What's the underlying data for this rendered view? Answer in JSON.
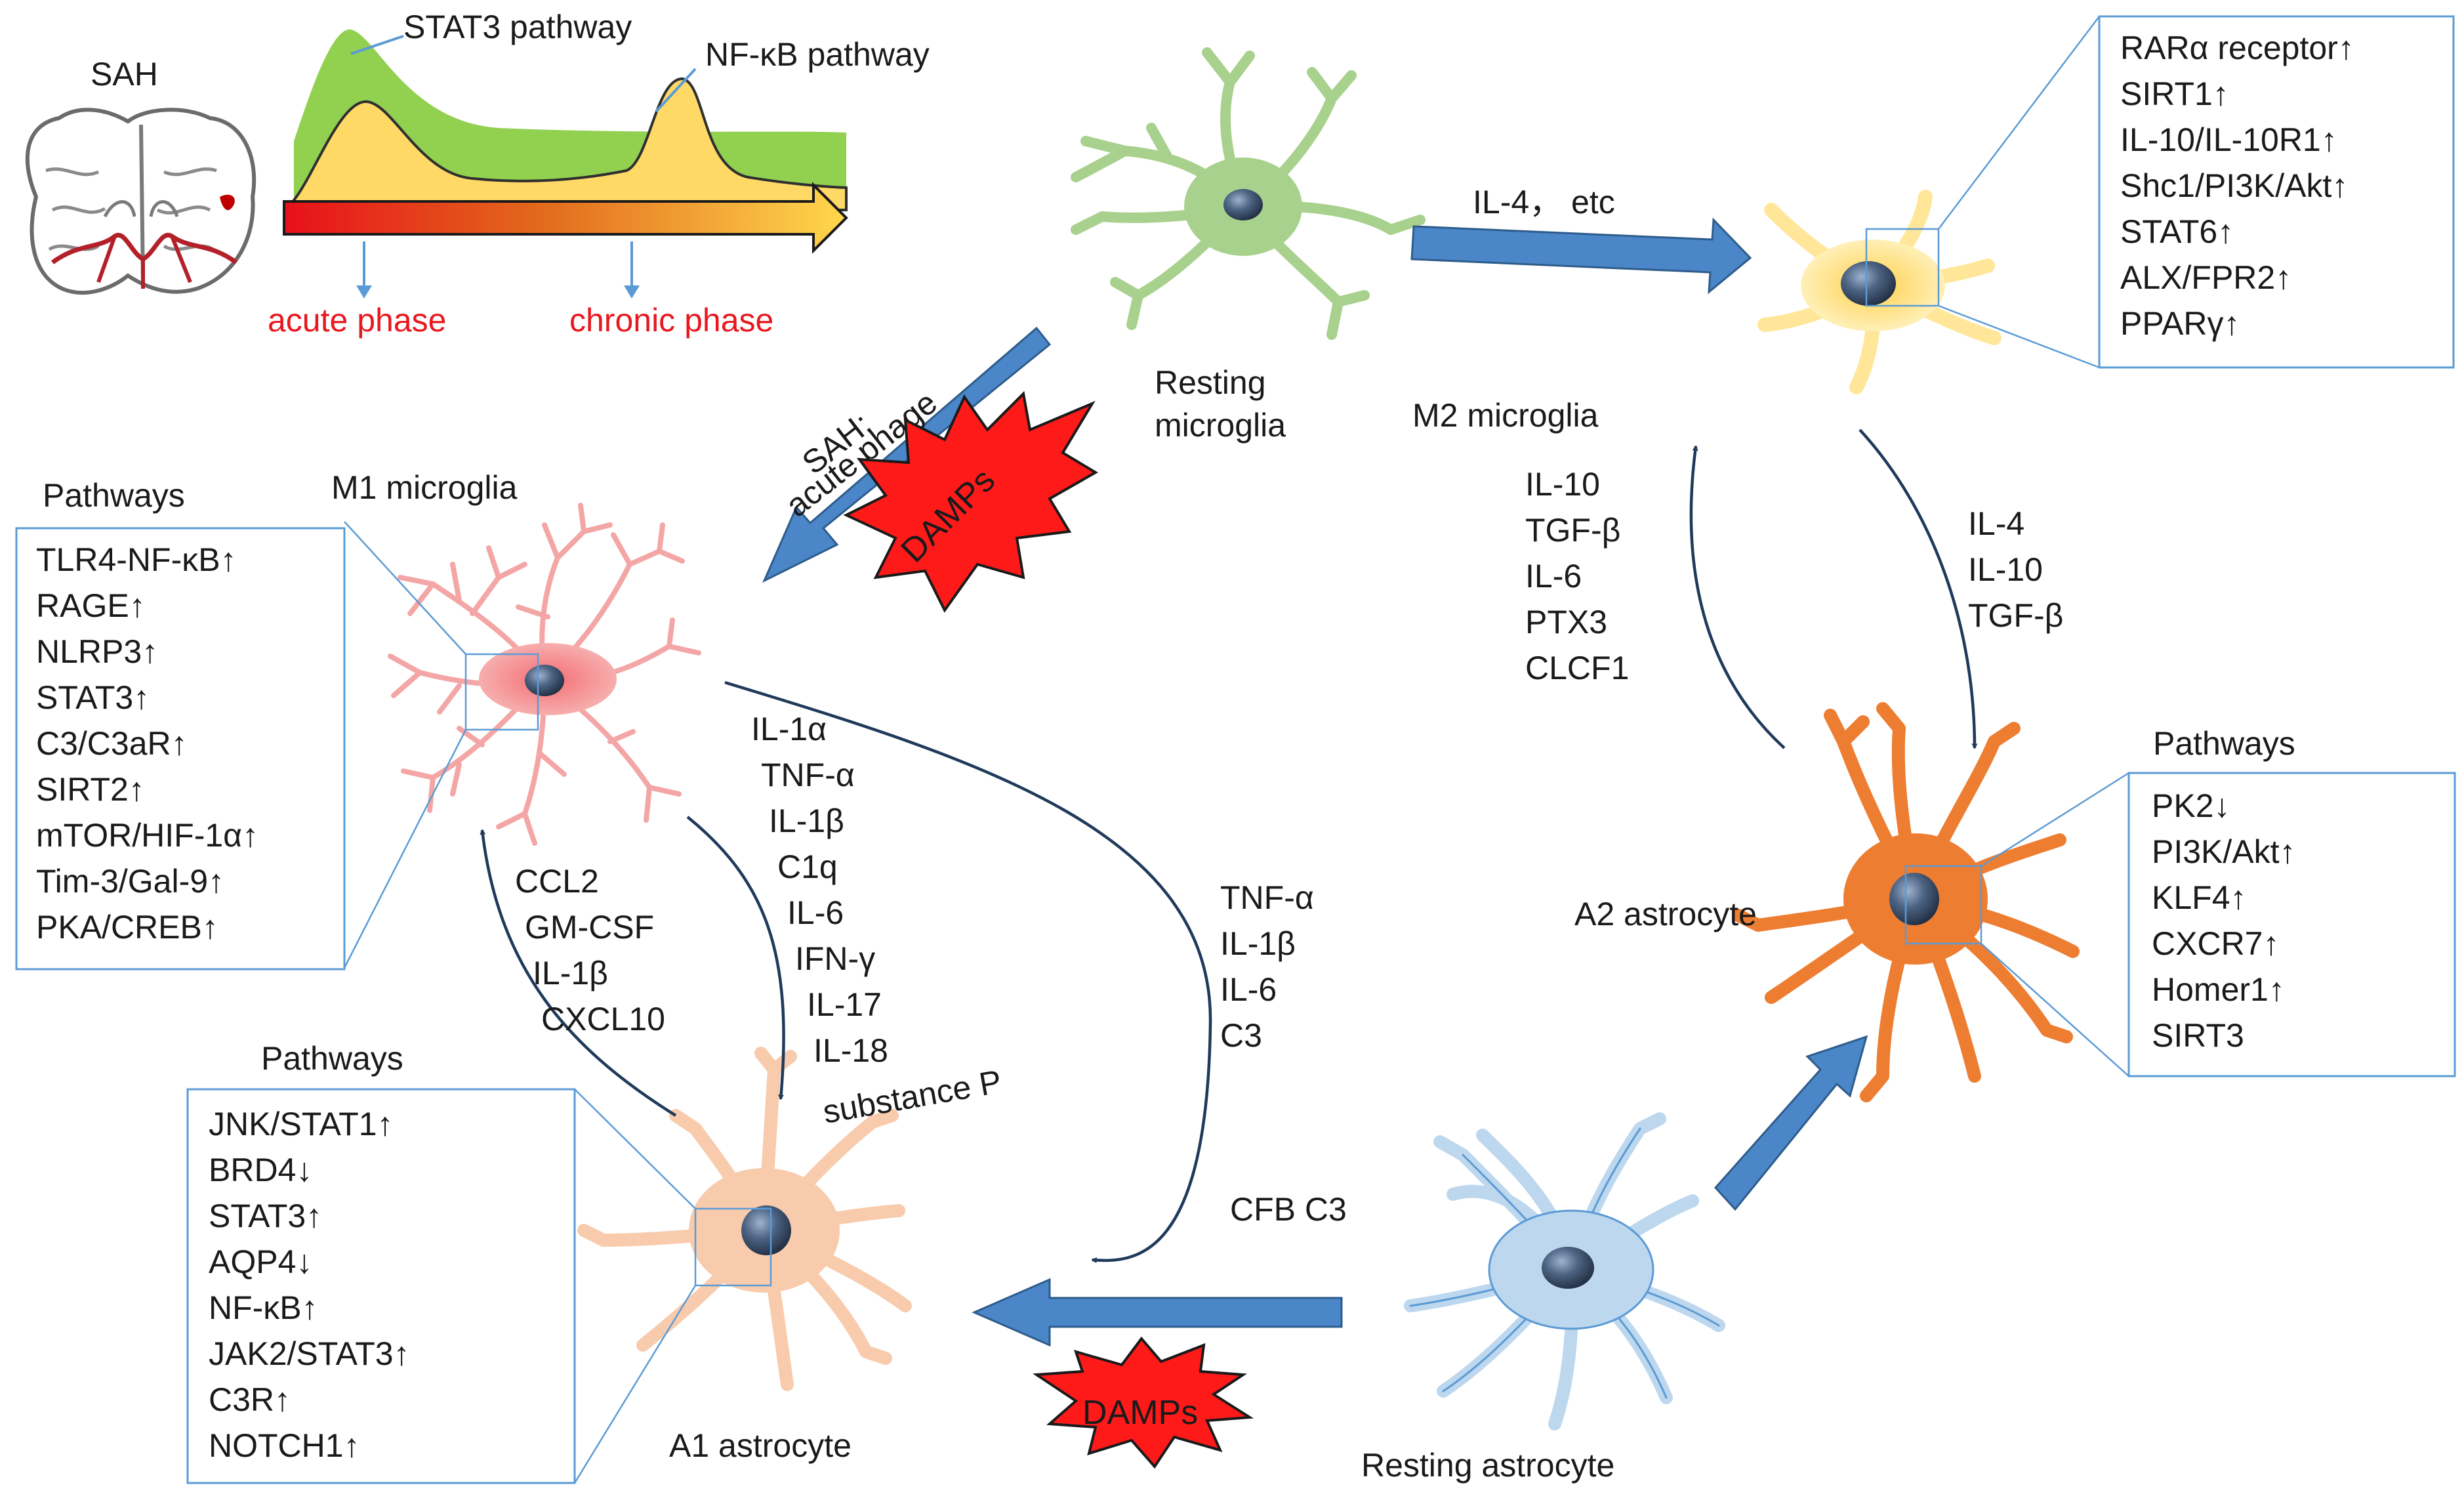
{
  "top_left": {
    "sah_label": "SAH",
    "stat3_label": "STAT3 pathway",
    "nfkb_label": "NF-κB pathway",
    "acute_phase": "acute phase",
    "chronic_phase": "chronic phase"
  },
  "cells": {
    "resting_microglia": [
      "Resting",
      "microglia"
    ],
    "m1_microglia": "M1 microglia",
    "m2_microglia": "M2 microglia",
    "a1_astrocyte": "A1 astrocyte",
    "a2_astrocyte": "A2 astrocyte",
    "resting_astrocyte": "Resting astrocyte"
  },
  "arrows": {
    "sah_acute": [
      "SAH:",
      "acute phage"
    ],
    "damps": "DAMPs",
    "il4_etc": "IL-4， etc",
    "cfb_c3": "CFB C3"
  },
  "boxes": {
    "m2": {
      "items": [
        "RARα receptor↑",
        "SIRT1↑",
        "IL-10/IL-10R1↑",
        "Shc1/PI3K/Akt↑",
        "STAT6↑",
        "ALX/FPR2↑",
        "PPARγ↑"
      ]
    },
    "m1": {
      "title": "Pathways",
      "items": [
        "TLR4-NF-κB↑",
        "RAGE↑",
        "NLRP3↑",
        "STAT3↑",
        "C3/C3aR↑",
        "SIRT2↑",
        "mTOR/HIF-1α↑",
        "Tim-3/Gal-9↑",
        "PKA/CREB↑"
      ]
    },
    "a1": {
      "title": "Pathways",
      "items": [
        "JNK/STAT1↑",
        "BRD4↓",
        "STAT3↑",
        "AQP4↓",
        "NF-κB↑",
        "JAK2/STAT3↑",
        "C3R↑",
        "NOTCH1↑"
      ]
    },
    "a2": {
      "title": "Pathways",
      "items": [
        "PK2↓",
        "PI3K/Akt↑",
        "KLF4↑",
        "CXCR7↑",
        "Homer1↑",
        "SIRT3"
      ]
    }
  },
  "cytokine_lists": {
    "a2_to_m2": [
      "IL-10",
      "TGF-β",
      "IL-6",
      "PTX3",
      "CLCF1"
    ],
    "m2_to_a2": [
      "IL-4",
      "IL-10",
      "TGF-β"
    ],
    "m1_to_a1": [
      "IL-1α",
      "TNF-α",
      "IL-1β",
      "C1q",
      "IL-6",
      "IFN-γ",
      "IL-17",
      "IL-18",
      "substance P"
    ],
    "a1_to_m1": [
      "CCL2",
      "GM-CSF",
      "IL-1β",
      "CXCL10"
    ],
    "m1_to_resting_astro": [
      "TNF-α",
      "IL-1β",
      "IL-6",
      "C3"
    ]
  },
  "colors": {
    "box_border": "#5b9bd5",
    "arrow_blue": "#4a86c8",
    "text_red": "#e8181f",
    "resting_microglia": "#a9d18e",
    "m1_microglia": "#f4a6a6",
    "m2_microglia": "#ffe699",
    "a1_astrocyte": "#f8cbad",
    "a2_astrocyte": "#ed7d31",
    "resting_astrocyte": "#bdd7ee",
    "stat3_curve": "#92d050",
    "nfkb_curve": "#ffd966"
  }
}
